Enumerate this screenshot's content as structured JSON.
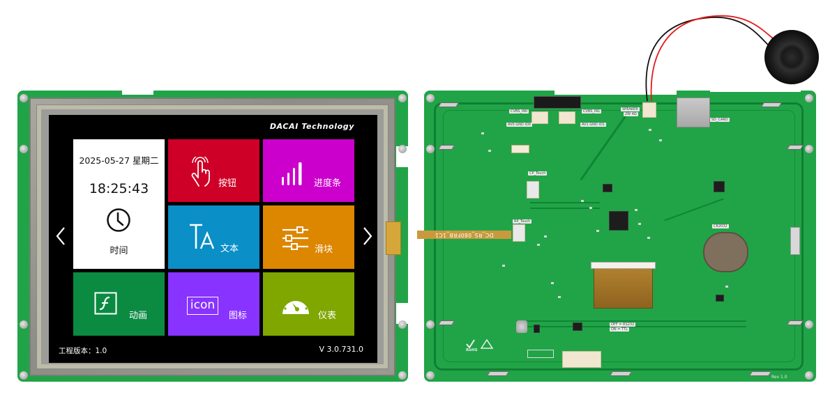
{
  "display": {
    "brand": "DACAI Technology",
    "time_tile": {
      "date": "2025-05-27 星期二",
      "time": "18:25:43",
      "label": "时间",
      "icon": "clock-icon",
      "background": "#ffffff"
    },
    "tiles": [
      {
        "label": "按钮",
        "icon": "hand-tap-icon",
        "color": "#cf0027"
      },
      {
        "label": "进度条",
        "icon": "signal-bars-icon",
        "color": "#cc00cc"
      },
      {
        "label": "文本",
        "icon": "text-ta-icon",
        "color": "#0a8fc7"
      },
      {
        "label": "滑块",
        "icon": "sliders-icon",
        "color": "#dd8600"
      },
      {
        "label": "动画",
        "icon": "flash-animation-icon",
        "color": "#0b8a42"
      },
      {
        "label": "图标",
        "icon": "icon-box-icon",
        "color": "#8833ff",
        "icon_text": "icon"
      },
      {
        "label": "仪表",
        "icon": "gauge-icon",
        "color": "#7fa700"
      }
    ],
    "nav": {
      "prev": "chevron-left-icon",
      "next": "chevron-right-icon"
    },
    "footer": {
      "project_version": "工程版本：1.0",
      "firmware_version": "V 3.0.731.0"
    }
  },
  "board": {
    "silkscreen": {
      "cvbs_in0": "CVBS_IN0",
      "cvbs_in1": "CVBS_IN1",
      "av_gnd_0": "AV0 GND IO0",
      "av_gnd_1": "AV1 GND IO1",
      "speaker": "SPEAKER",
      "speaker_spec": "2W 4Ω",
      "sd_card": "SD_CARD",
      "cp_touch": "CP_Touch",
      "rp_touch": "RP_Touch",
      "battery": "CR2032",
      "uart_off": "OFF = RS232",
      "uart_on": "ON = TTL",
      "rohs": "RoHS",
      "revision": "Rev 1.0"
    },
    "ribbon_cable": "DC_RS_080FRB_1C1"
  }
}
